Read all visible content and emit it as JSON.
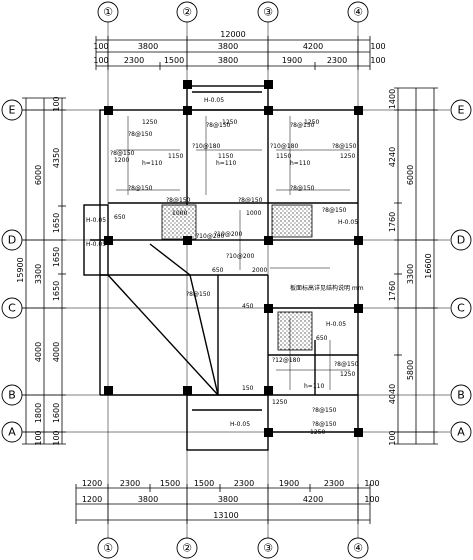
{
  "grid_axes": {
    "columns": [
      "①",
      "②",
      "③",
      "④"
    ],
    "rows": [
      "E",
      "D",
      "C",
      "B",
      "A"
    ]
  },
  "dimensions": {
    "top_total": "12000",
    "top_row1": [
      "100",
      "3800",
      "3800",
      "4200",
      "100"
    ],
    "top_row2": [
      "100",
      "2300",
      "1500",
      "3800",
      "1900",
      "2300",
      "100"
    ],
    "bottom_row1": [
      "1200",
      "2300",
      "1500",
      "1500",
      "2300",
      "1900",
      "2300",
      "100"
    ],
    "bottom_row2": [
      "1200",
      "3800",
      "3800",
      "4200",
      "100"
    ],
    "bottom_total": "13100",
    "left_total": "15900",
    "left_mid": [
      "6000",
      "3300",
      "4000",
      "1800"
    ],
    "left_inner": [
      "100",
      "4350",
      "1650",
      "1650",
      "1650",
      "4000",
      "1600",
      "100",
      "100"
    ],
    "right_total": "16600",
    "right_mid": [
      "6000",
      "3300",
      "5800"
    ],
    "right_inner": [
      "1400",
      "4240",
      "1760",
      "1760",
      "4040",
      "100"
    ]
  },
  "annotations": {
    "h005": "H-0.05",
    "h110": "h=110",
    "rebar_8_150": "?8@150",
    "rebar_10_180": "?10@180",
    "rebar_10_200": "?10@200",
    "rebar_12_180": "?12@180",
    "len_1250": "1250",
    "len_1150": "1150",
    "len_1200": "1200",
    "len_1000": "1000",
    "len_650": "650",
    "len_450": "450",
    "len_150": "150",
    "len_200": "2000",
    "slab_note": "板面标高详见结构说明 mm"
  }
}
